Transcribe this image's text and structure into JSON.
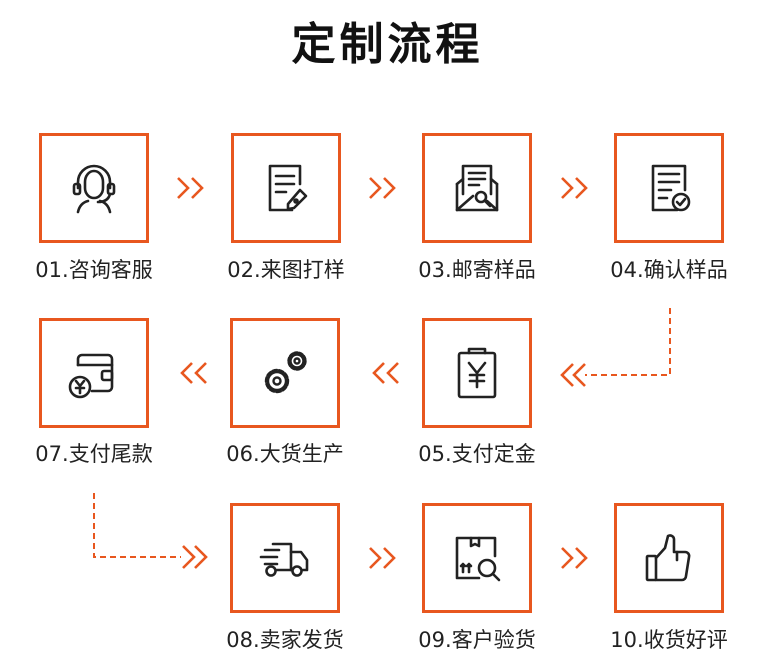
{
  "title": "定制流程",
  "accent_color": "#e8571f",
  "steps": [
    {
      "label": "01.咨询客服",
      "icon": "customer-service-headset-icon"
    },
    {
      "label": "02.来图打样",
      "icon": "edit-document-icon"
    },
    {
      "label": "03.邮寄样品",
      "icon": "mail-envelope-icon"
    },
    {
      "label": "04.确认样品",
      "icon": "document-check-icon"
    },
    {
      "label": "05.支付定金",
      "icon": "clipboard-yen-icon"
    },
    {
      "label": "06.大货生产",
      "icon": "gears-icon"
    },
    {
      "label": "07.支付尾款",
      "icon": "wallet-yen-icon"
    },
    {
      "label": "08.卖家发货",
      "icon": "delivery-truck-icon"
    },
    {
      "label": "09.客户验货",
      "icon": "package-inspect-icon"
    },
    {
      "label": "10.收货好评",
      "icon": "thumbs-up-icon"
    }
  ]
}
